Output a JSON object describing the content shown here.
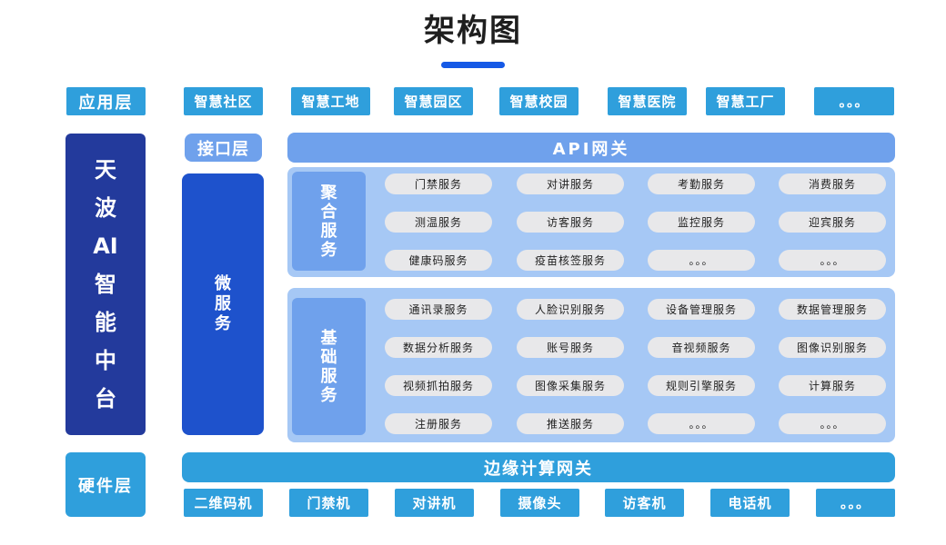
{
  "title": "架构图",
  "platform": {
    "chars": [
      "天",
      "波",
      "AI",
      "智",
      "能",
      "中",
      "台"
    ]
  },
  "app_layer": {
    "label": "应用层",
    "items": [
      "智慧社区",
      "智慧工地",
      "智慧园区",
      "智慧校园",
      "智慧医院",
      "智慧工厂",
      "。。。"
    ]
  },
  "interface_layer": {
    "label": "接口层",
    "gateway": "API网关"
  },
  "micro_services": {
    "chars": [
      "微",
      "服",
      "务"
    ]
  },
  "aggregate_services": {
    "label_chars": [
      "聚",
      "合",
      "服",
      "务"
    ],
    "items": [
      "门禁服务",
      "对讲服务",
      "考勤服务",
      "消费服务",
      "测温服务",
      "访客服务",
      "监控服务",
      "迎宾服务",
      "健康码服务",
      "疫苗核签服务",
      "。。。",
      "。。。"
    ]
  },
  "basic_services": {
    "label_chars": [
      "基",
      "础",
      "服",
      "务"
    ],
    "items": [
      "通讯录服务",
      "人脸识别服务",
      "设备管理服务",
      "数据管理服务",
      "数据分析服务",
      "账号服务",
      "音视频服务",
      "图像识别服务",
      "视频抓拍服务",
      "图像采集服务",
      "规则引擎服务",
      "计算服务",
      "注册服务",
      "推送服务",
      "。。。",
      "。。。"
    ]
  },
  "hardware_layer": {
    "label": "硬件层",
    "gateway": "边缘计算网关",
    "items": [
      "二维码机",
      "门禁机",
      "对讲机",
      "摄像头",
      "访客机",
      "电话机",
      "。。。"
    ]
  },
  "colors": {
    "title_bar": "#1559e6",
    "chip_blue": "#2f9fdc",
    "platform_navy": "#233a9c",
    "micro_blue": "#1e52cc",
    "light_blue": "#6fa1ec",
    "panel_bg": "#a6c8f5",
    "pill_bg": "#e8e8ea"
  }
}
